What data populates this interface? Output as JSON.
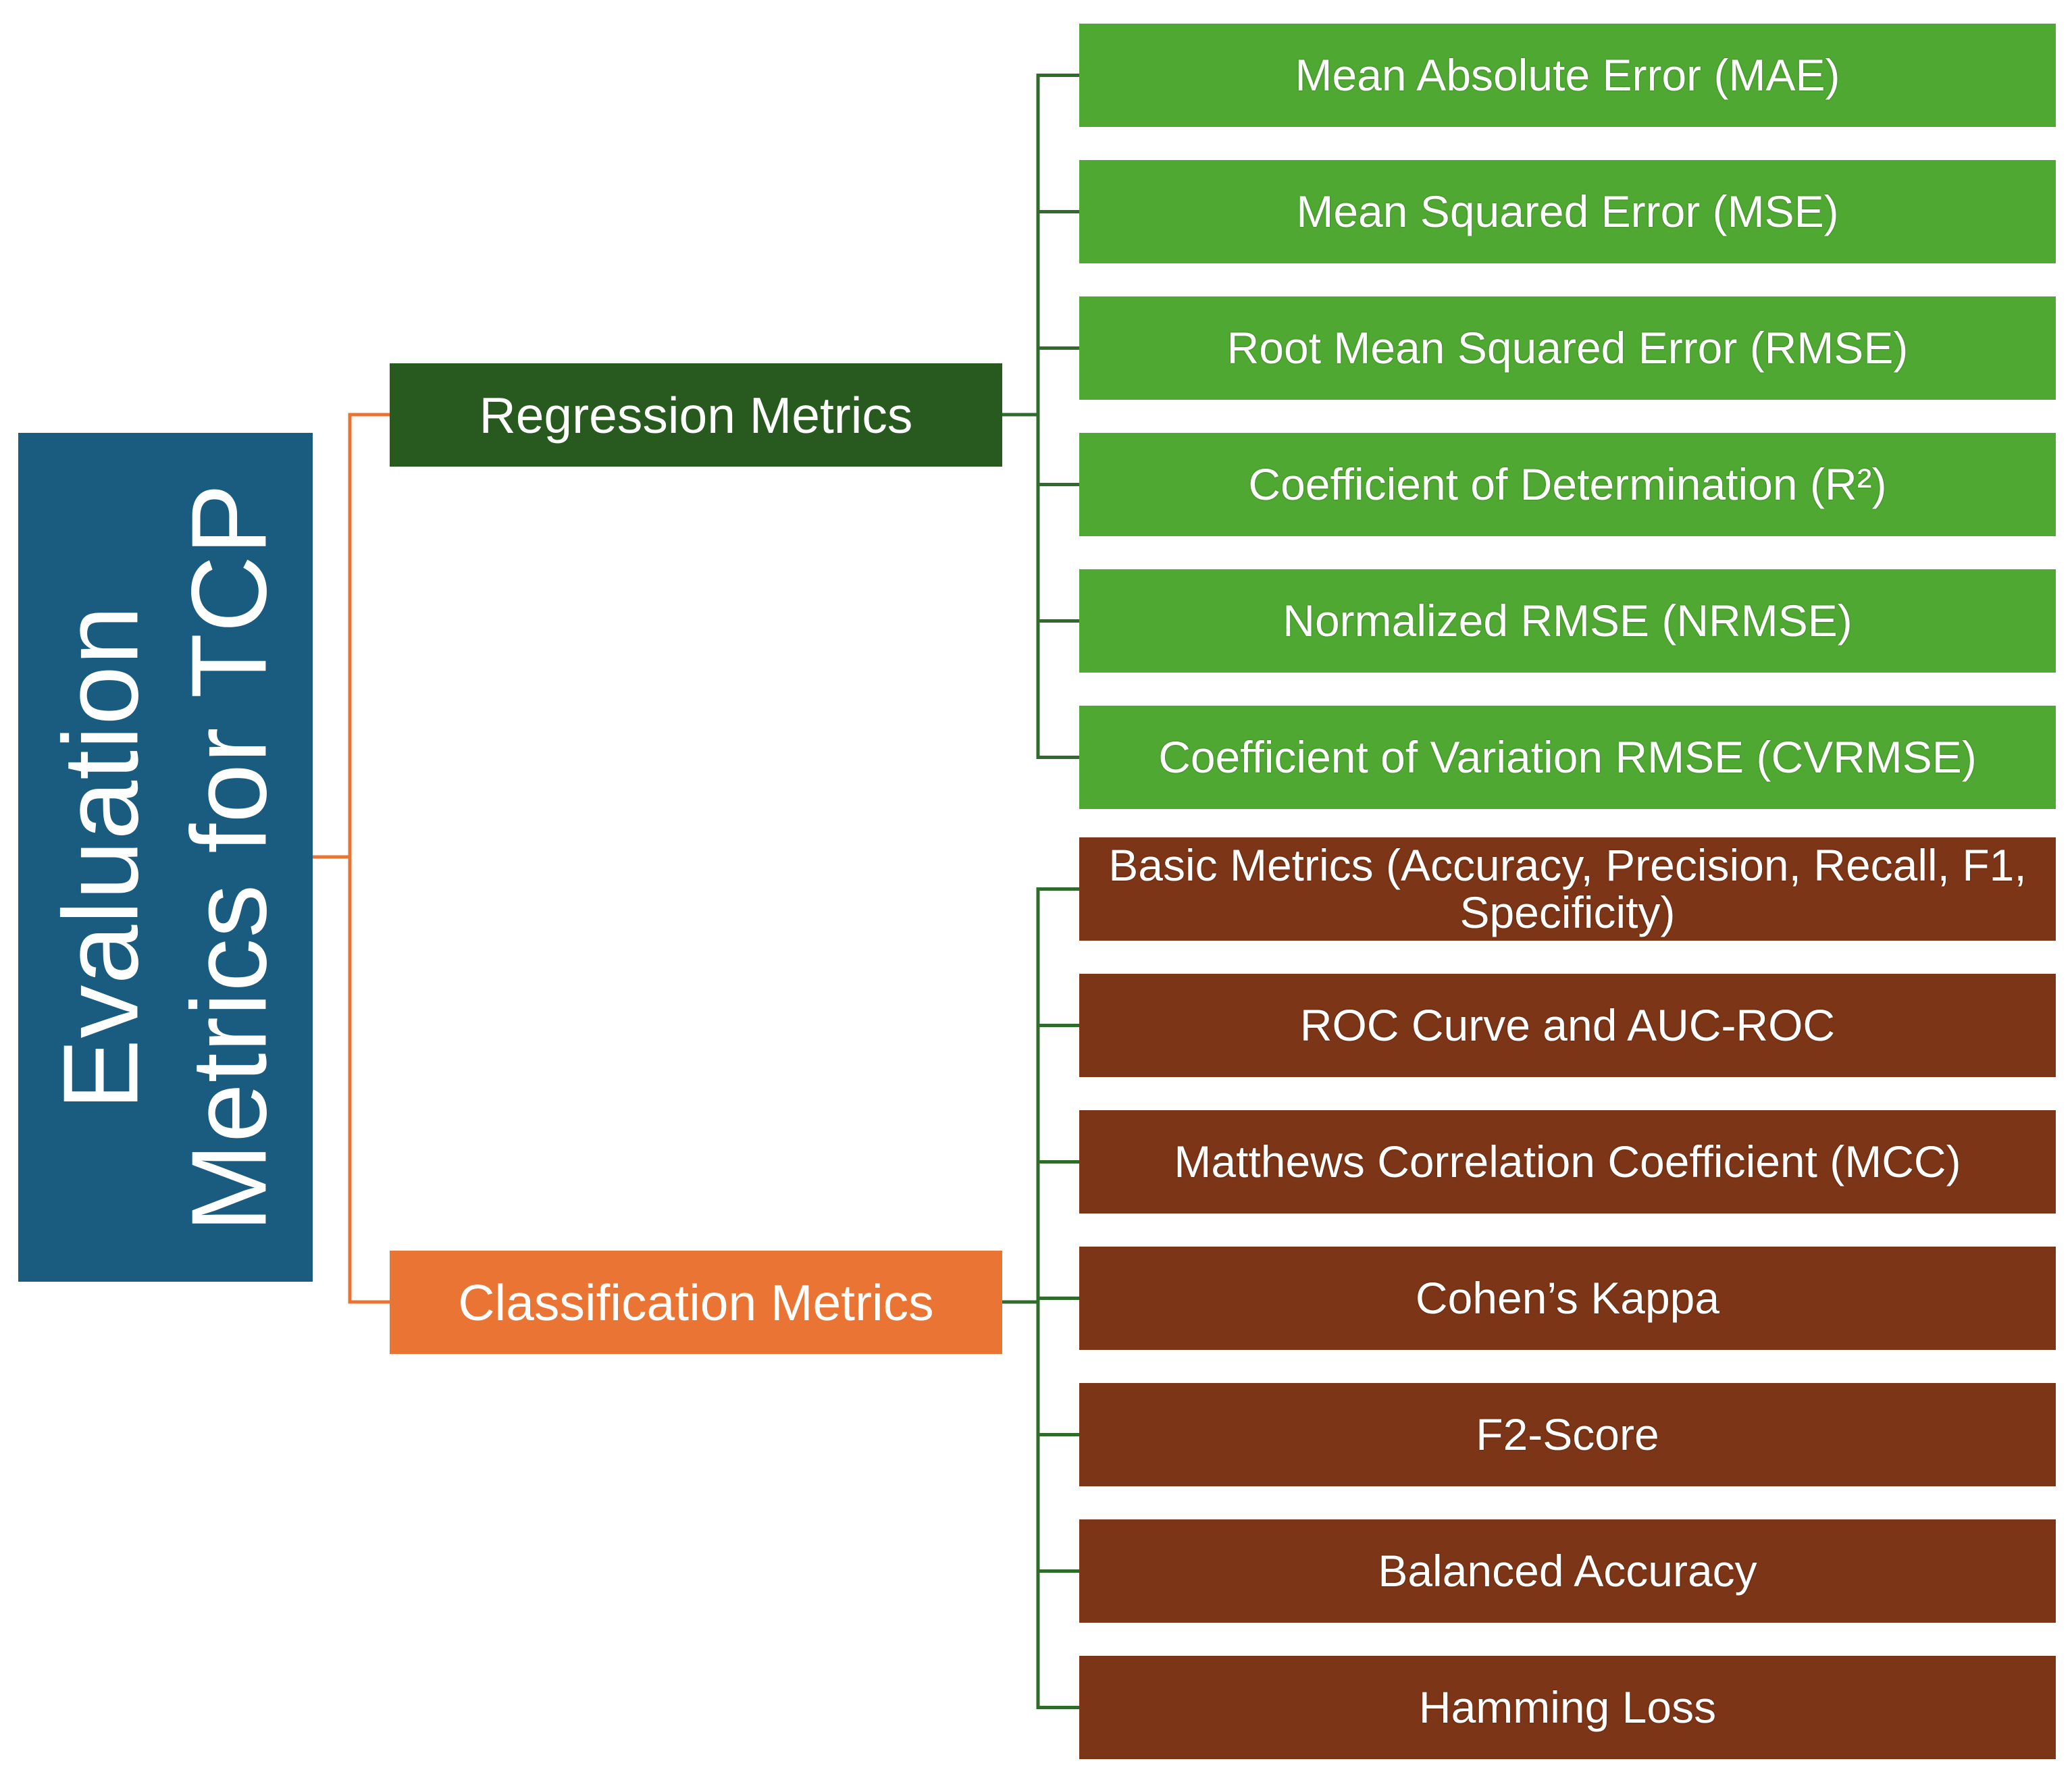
{
  "root": {
    "title": "Evaluation Metrics for TCP",
    "color": "#1a5c80"
  },
  "categories": [
    {
      "id": "regression",
      "label": "Regression Metrics",
      "color": "#285a1f",
      "item_color": "#4fa832",
      "items": [
        "Mean Absolute Error (MAE)",
        "Mean Squared Error (MSE)",
        "Root Mean Squared Error (RMSE)",
        "Coefficient of Determination (R²)",
        "Normalized RMSE (NRMSE)",
        "Coefficient of Variation RMSE (CVRMSE)"
      ]
    },
    {
      "id": "classification",
      "label": "Classification Metrics",
      "color": "#e97433",
      "item_color": "#7c3516",
      "items": [
        "Basic Metrics (Accuracy, Precision, Recall, F1, Specificity)",
        "ROC Curve and AUC-ROC",
        "Matthews Correlation Coefficient (MCC)",
        "Cohen’s Kappa",
        "F2-Score",
        "Balanced Accuracy",
        "Hamming Loss"
      ]
    }
  ],
  "connector_colors": {
    "root": "#e97433",
    "items": "#2f6b2a"
  }
}
